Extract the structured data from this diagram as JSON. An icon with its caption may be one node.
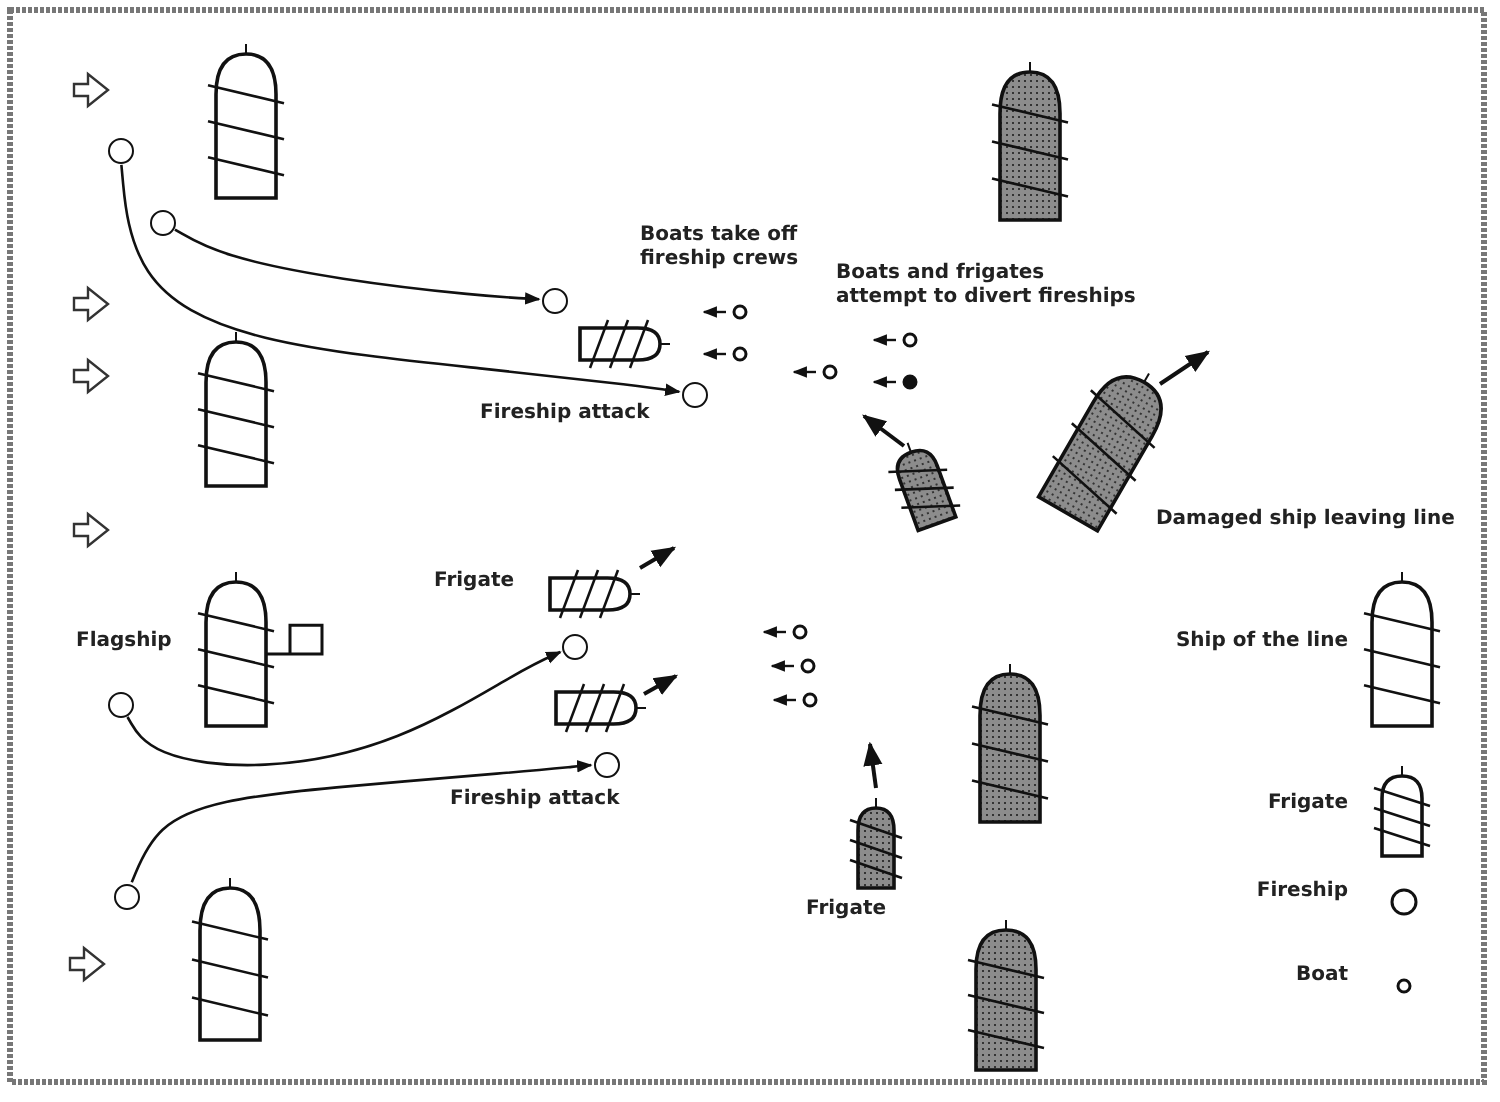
{
  "diagram": {
    "nodes": [
      {
        "text": [],
        "shape": "circle"
      },
      {
        "text": [],
        "shape": "circle"
      },
      {
        "text": [],
        "shape": "circle"
      },
      {
        "text": [],
        "shape": "circle"
      },
      {
        "text": [],
        "shape": "circle"
      },
      {
        "text": [],
        "shape": "circle"
      },
      {
        "text": [],
        "shape": "circle"
      },
      {
        "text": [],
        "shape": "circle"
      }
    ],
    "edges": [
      {
        "from": 0,
        "to": 3,
        "arrow": "to"
      },
      {
        "from": 1,
        "to": 2,
        "arrow": "to"
      },
      {
        "from": 4,
        "to": 5,
        "arrow": "to"
      },
      {
        "from": 6,
        "to": 7,
        "arrow": "to"
      }
    ],
    "labels": [
      "Boats take off fireship crews",
      "Boats and frigates attempt to divert fireships",
      "Fireship attack",
      "Damaged ship leaving line",
      "Frigate",
      "Flagship",
      "Fireship attack",
      "Frigate"
    ],
    "legend": [
      {
        "text": "Ship of the line"
      },
      {
        "text": "Frigate"
      },
      {
        "text": "Fireship"
      },
      {
        "text": "Boat"
      }
    ]
  }
}
